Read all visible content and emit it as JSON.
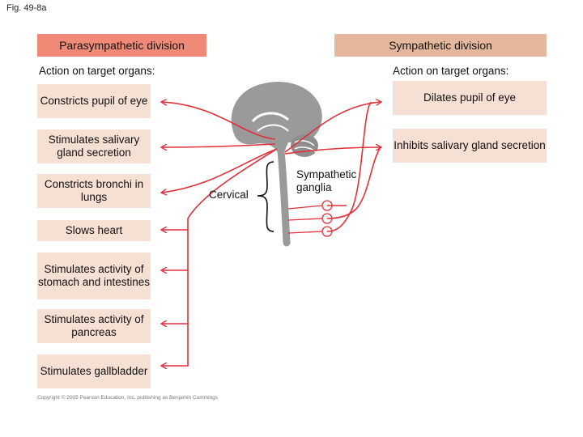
{
  "figure_label": "Fig. 49-8a",
  "headers": {
    "parasympathetic": "Parasympathetic division",
    "sympathetic": "Sympathetic division"
  },
  "action_label_left": "Action on target organs:",
  "action_label_right": "Action on target organs:",
  "parasympathetic_targets": [
    "Constricts pupil of eye",
    "Stimulates salivary gland secretion",
    "Constricts bronchi in lungs",
    "Slows heart",
    "Stimulates activity of stomach and intestines",
    "Stimulates activity of pancreas",
    "Stimulates gallbladder"
  ],
  "sympathetic_targets": [
    "Dilates pupil of eye",
    "Inhibits salivary gland secretion"
  ],
  "labels": {
    "cervical": "Cervical",
    "sympathetic_ganglia": "Sympathetic ganglia"
  },
  "copyright": "Copyright © 2005 Pearson Education, Inc. publishing as Benjamin Cummings",
  "colors": {
    "parasympathetic_header": "#f08a76",
    "sympathetic_header": "#e5b79c",
    "target_box": "#f6e0d4",
    "nerve": "#e0303a",
    "cns": "#9a9a9a"
  }
}
